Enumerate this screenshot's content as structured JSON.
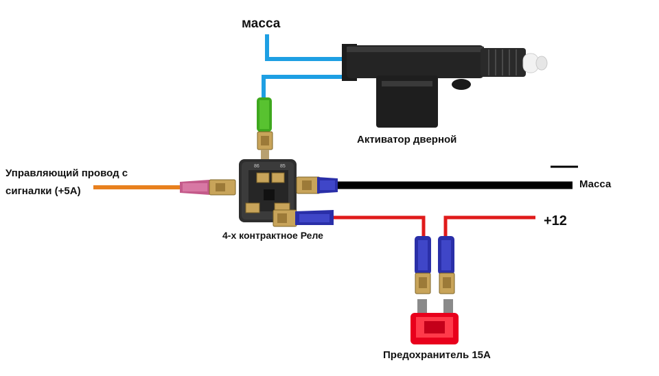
{
  "labels": {
    "ground_top": "масса",
    "actuator": "Активатор дверной",
    "control_wire_line1": "Управляющий провод с",
    "control_wire_line2": "сигналки (+5А)",
    "ground_right": "Масса",
    "plus12": "+12",
    "relay": "4-х контрактное Реле",
    "fuse": "Предохранитель  15А"
  },
  "relay_pins": [
    "86",
    "85"
  ],
  "colors": {
    "wire_blue": "#1e9fe3",
    "wire_orange": "#e8801e",
    "wire_black": "#000000",
    "wire_red": "#e01b1b",
    "sleeve_green": "#3ea81e",
    "sleeve_pink": "#c45a8a",
    "sleeve_navy": "#2a2fa8",
    "terminal_brass": "#c8a45a",
    "fuse_red": "#e8001c",
    "relay_body": "#2e2e2e"
  }
}
